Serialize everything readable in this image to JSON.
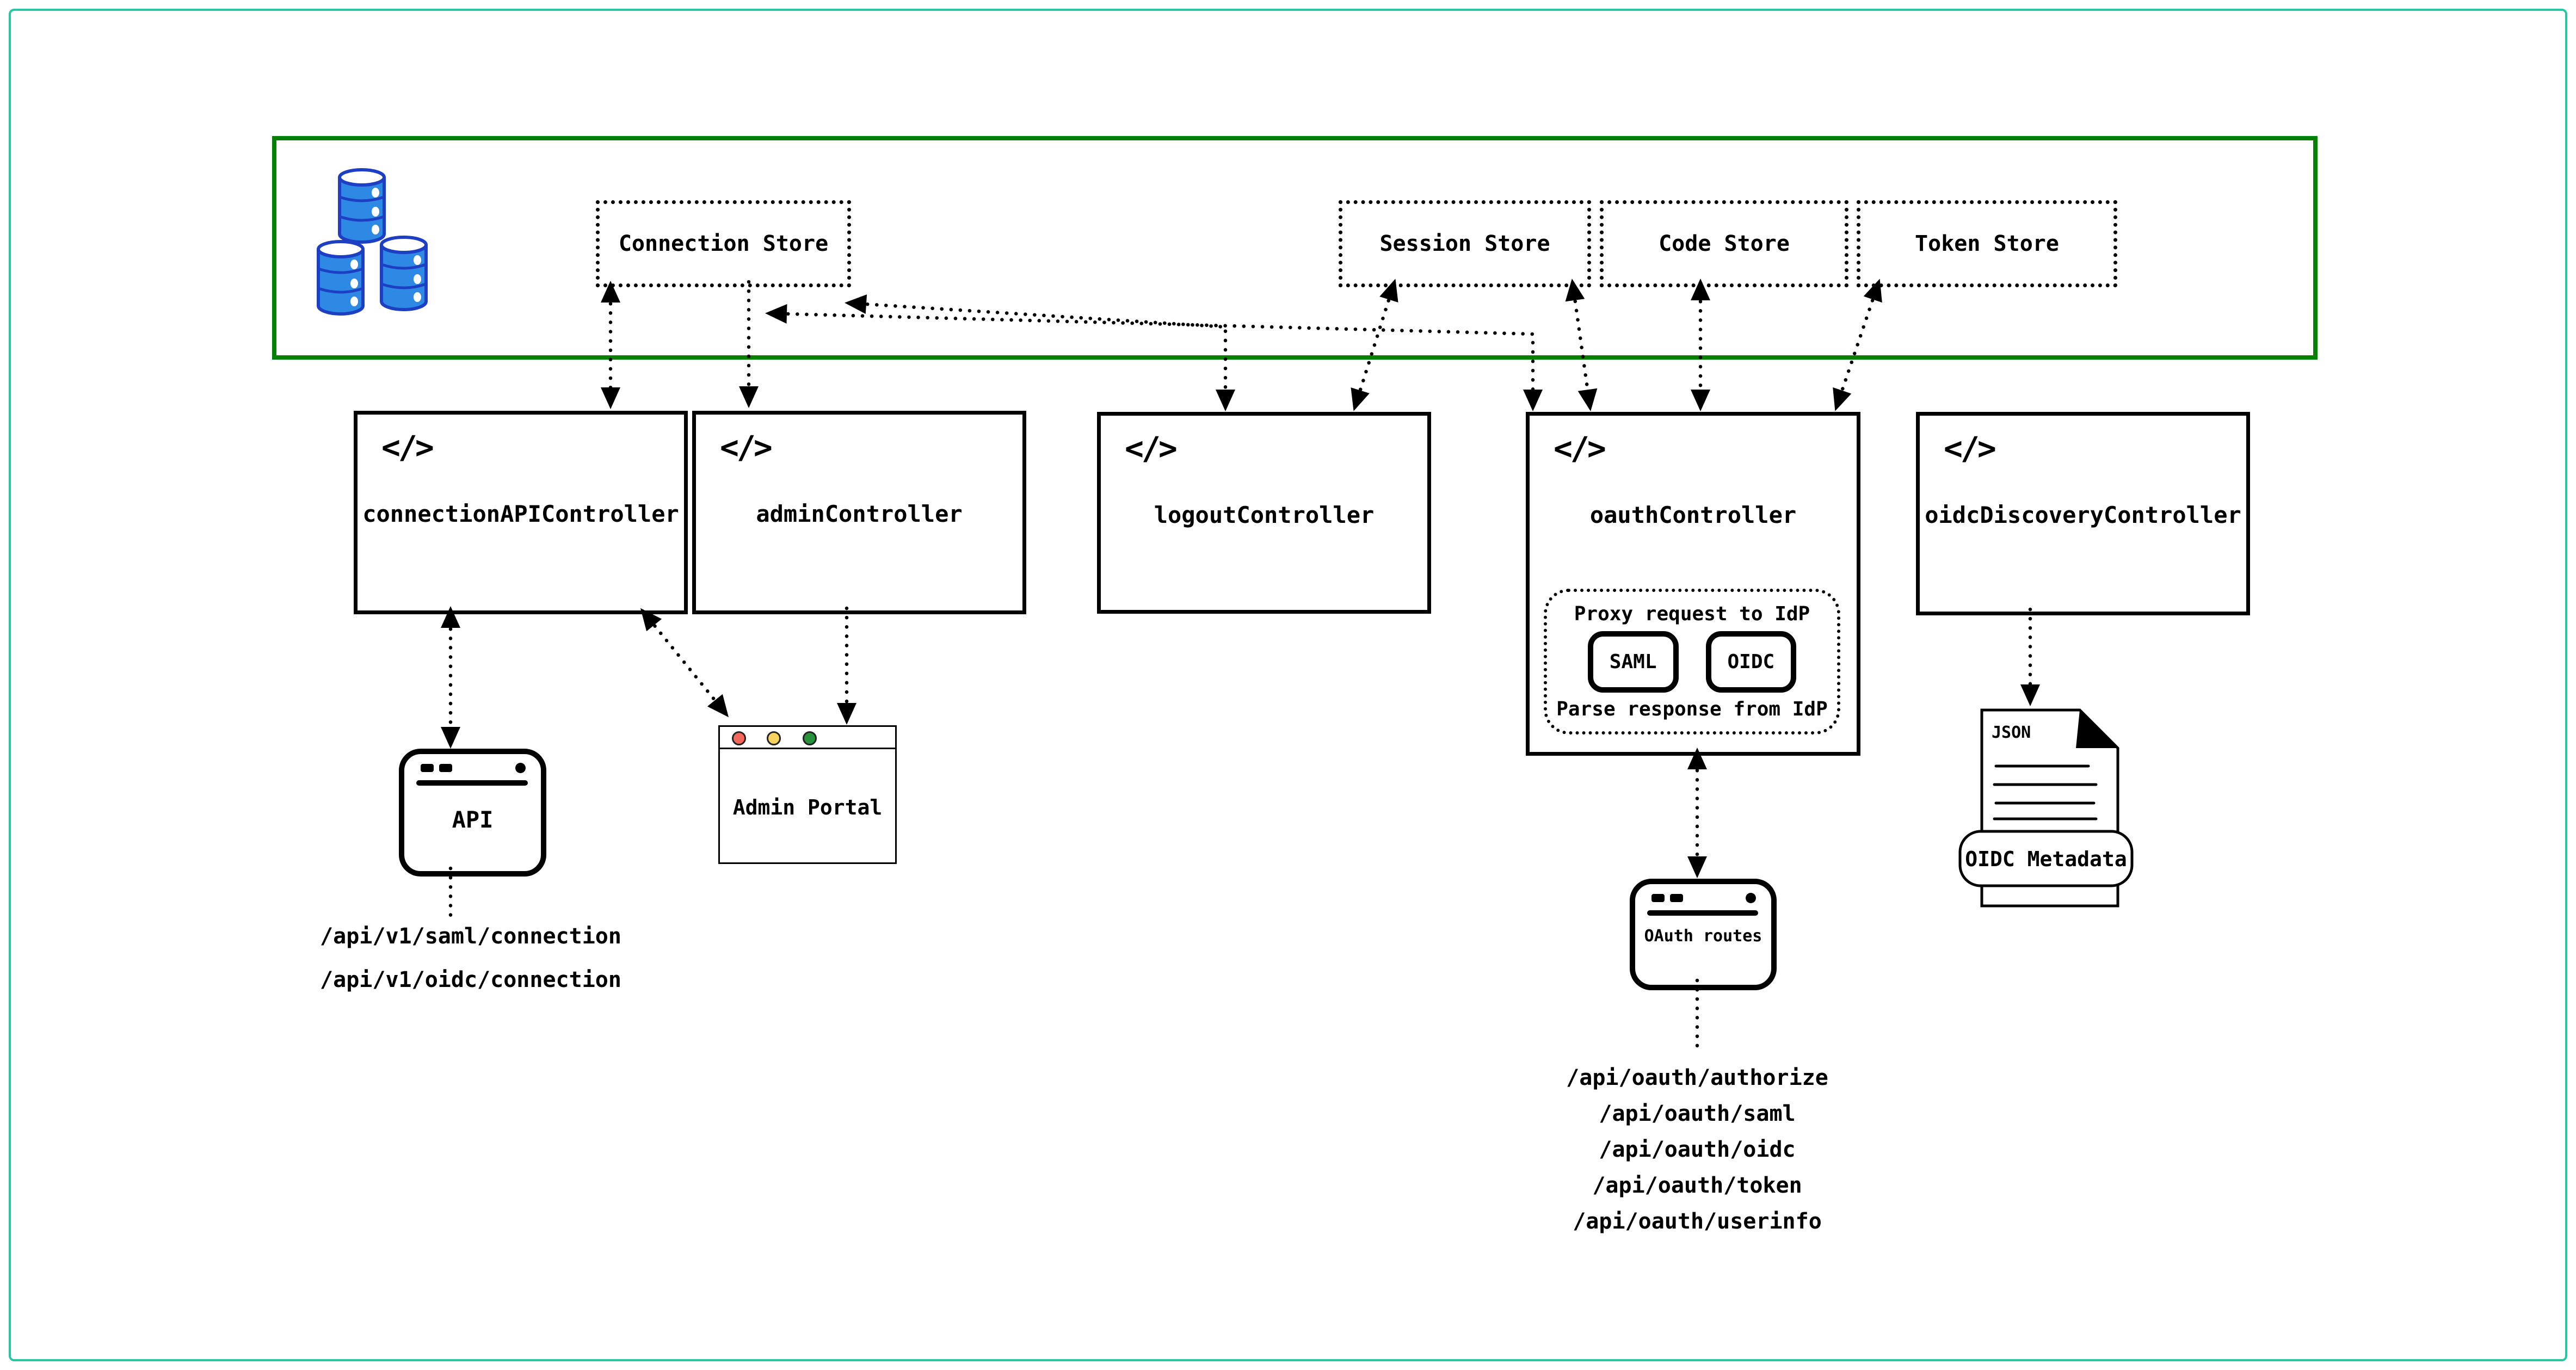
{
  "icons": {
    "code_glyph": "</>"
  },
  "stores": {
    "connection": "Connection Store",
    "session": "Session Store",
    "code": "Code Store",
    "token": "Token Store"
  },
  "controllers": {
    "connection_api": "connectionAPIController",
    "admin": "adminController",
    "logout": "logoutController",
    "oauth": "oauthController",
    "oidc_discovery": "oidcDiscoveryController"
  },
  "idp_proxy": {
    "top": "Proxy request to IdP",
    "bottom": "Parse response from IdP",
    "saml": "SAML",
    "oidc": "OIDC"
  },
  "windows": {
    "api": "API",
    "admin_portal": "Admin Portal",
    "oauth_routes": "OAuth routes"
  },
  "document": {
    "badge": "JSON",
    "banner": "OIDC Metadata"
  },
  "api_routes": [
    "/api/v1/saml/connection",
    "/api/v1/oidc/connection"
  ],
  "oauth_routes": [
    "/api/oauth/authorize",
    "/api/oauth/saml",
    "/api/oauth/oidc",
    "/api/oauth/token",
    "/api/oauth/userinfo"
  ],
  "colors": {
    "outer_frame": "#2CC5A2",
    "store_zone_border": "#058005",
    "database_fill": "#2E89E5",
    "database_stroke": "#1D3FC4",
    "traffic_red": "#F4685C",
    "traffic_yellow": "#F6D35E",
    "traffic_green": "#27913B"
  }
}
